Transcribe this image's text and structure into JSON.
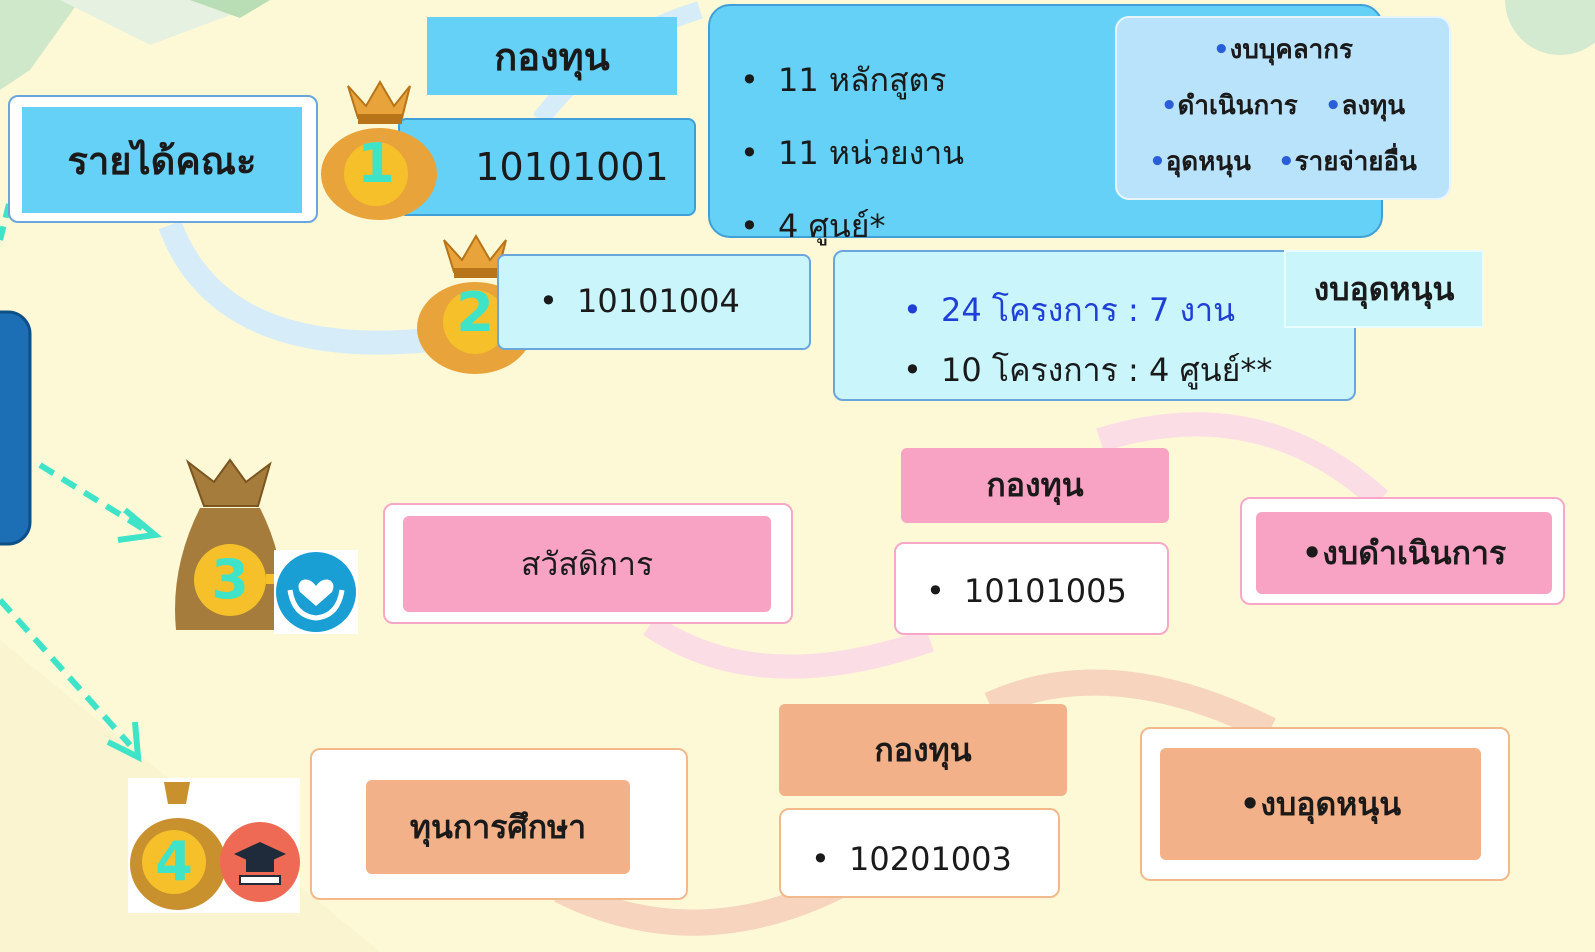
{
  "row1": {
    "revenue_label": "รายได้คณะ",
    "fund_label": "กองทุน",
    "fund_code": "10101001",
    "items": [
      "11 หลักสูตร",
      "11 หน่วยงาน",
      "4 ศูนย์*"
    ],
    "budget_types": {
      "line1": [
        "งบบุคลากร"
      ],
      "line2": [
        "ดำเนินการ",
        "ลงทุน"
      ],
      "line3": [
        "อุดหนุน",
        "รายจ่ายอื่น"
      ]
    }
  },
  "row2": {
    "fund_code": "10101004",
    "projects": [
      "24 โครงการ : 7 งาน",
      "10 โครงการ : 4 ศูนย์**"
    ],
    "budget_label": "งบอุดหนุน"
  },
  "row3": {
    "category": "สวัสดิการ",
    "fund_label": "กองทุน",
    "fund_code": "10101005",
    "budget_label": "•งบดำเนินการ"
  },
  "row4": {
    "category": "ทุนการศึกษา",
    "fund_label": "กองทุน",
    "fund_code": "10201003",
    "budget_label": "•งบอุดหนุน"
  },
  "bag_numbers": [
    "1",
    "2",
    "3",
    "4"
  ],
  "colors": {
    "blue": "#66d1f7",
    "light_cyan": "#c9f5fb",
    "pink": "#f9a3c4",
    "orange": "#f2b189",
    "bag_gold": "#e8a33b",
    "bag_brown": "#a67c3c",
    "number_teal": "#3ee3c8",
    "highlight_text": "#1f3fd6"
  },
  "icons": [
    "money-bag-icon",
    "heart-hands-icon",
    "graduation-cap-icon",
    "dashed-arrow-icon"
  ]
}
